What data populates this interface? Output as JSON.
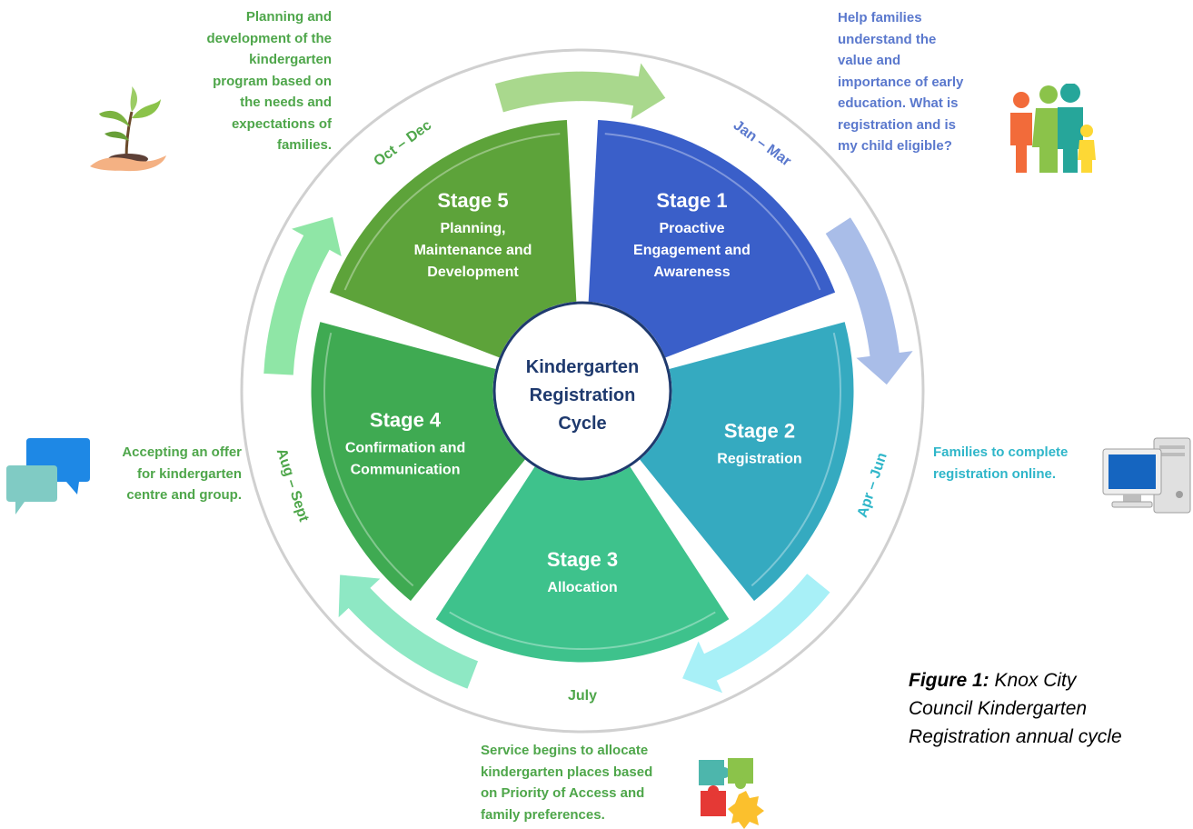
{
  "center": {
    "line1": "Kindergarten",
    "line2": "Registration",
    "line3": "Cycle"
  },
  "stages": [
    {
      "title": "Stage 1",
      "lines": [
        "Proactive",
        "Engagement and",
        "Awareness"
      ],
      "period": "Jan – Mar",
      "color": "#3a5fc9"
    },
    {
      "title": "Stage 2",
      "lines": [
        "Registration"
      ],
      "period": "Apr – Jun",
      "color": "#35aac0"
    },
    {
      "title": "Stage 3",
      "lines": [
        "Allocation"
      ],
      "period": "July",
      "color": "#3ec28c"
    },
    {
      "title": "Stage 4",
      "lines": [
        "Confirmation and",
        "Communication"
      ],
      "period": "Aug – Sept",
      "color": "#3faa52"
    },
    {
      "title": "Stage 5",
      "lines": [
        "Planning,",
        "Maintenance and",
        "Development"
      ],
      "period": "Oct – Dec",
      "color": "#5da33a"
    }
  ],
  "notes": {
    "stage1": "Help families\nunderstand the\nvalue and\nimportance of early\neducation. What is\nregistration and is\nmy child eligible?",
    "stage2": "Families to complete\nregistration online.",
    "stage3": "Service begins to allocate\nkindergarten places based\non Priority of Access and\nfamily preferences.",
    "stage4": "Accepting an offer\nfor kindergarten\ncentre and group.",
    "stage5": "Planning and\ndevelopment of the\nkindergarten\nprogram based on\nthe needs and\nexpectations of\nfamilies."
  },
  "caption": {
    "label": "Figure 1:",
    "text": "Knox City Council Kindergarten Registration annual cycle"
  },
  "icons": [
    "seedling-hand-icon",
    "family-icon",
    "computer-icon",
    "puzzle-icon",
    "chat-bubbles-icon"
  ]
}
